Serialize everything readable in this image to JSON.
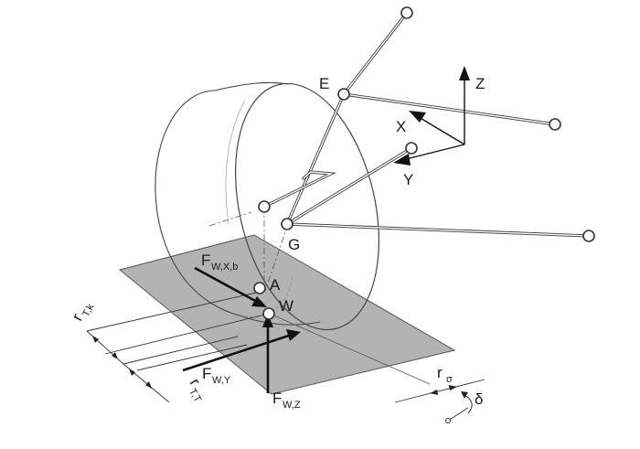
{
  "diagram": {
    "points": {
      "E": "E",
      "G": "G",
      "A": "A",
      "W": "W"
    },
    "axes": {
      "x": "X",
      "y": "Y",
      "z": "Z"
    },
    "forces": {
      "fx": {
        "main": "F",
        "sub": "W,X,b"
      },
      "fy": {
        "main": "F",
        "sub": "W,Y"
      },
      "fz": {
        "main": "F",
        "sub": "W,Z"
      }
    },
    "dims": {
      "rtk": {
        "main": "r",
        "sub": "T,k"
      },
      "rtt": {
        "main": "r",
        "sub": "T,T"
      },
      "rs": {
        "main": "r",
        "sub": "σ"
      },
      "delta": "δ"
    },
    "colors": {
      "ground": "#b3b3b3",
      "line": "#333333",
      "background": "#ffffff"
    }
  }
}
